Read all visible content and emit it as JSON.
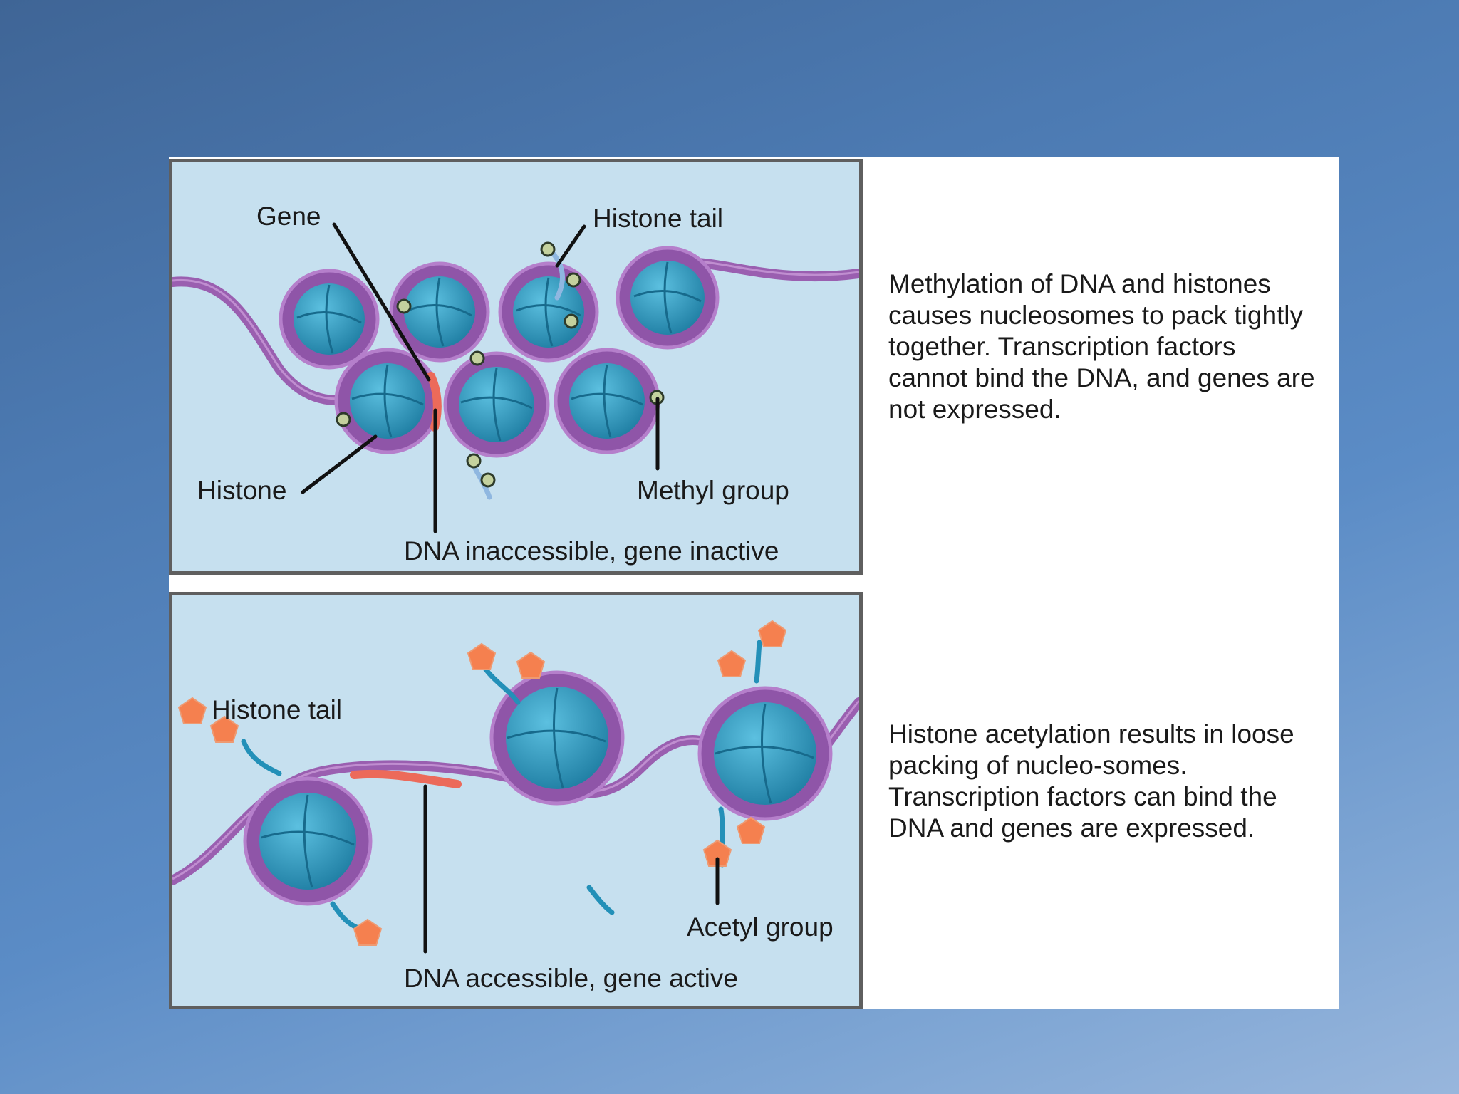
{
  "colors": {
    "background_top": "#3f6596",
    "background_bottom": "#98b6dc",
    "panel_fill": "#c6e0ef",
    "panel_border": "#5f5f5f",
    "dna": "#9a5fb0",
    "histone": "#2a97bd",
    "gene_highlight": "#ec6a5a",
    "methyl_group": "#c4d19e",
    "acetyl_group": "#f5804f"
  },
  "top_panel": {
    "labels": {
      "gene": "Gene",
      "histone_tail": "Histone tail",
      "histone": "Histone",
      "methyl_group": "Methyl group",
      "state": "DNA inaccessible, gene inactive"
    },
    "caption": "Methylation of DNA and histones causes nucleosomes to pack tightly together. Transcription factors cannot bind the DNA, and genes are not expressed."
  },
  "bottom_panel": {
    "labels": {
      "histone_tail": "Histone tail",
      "acetyl_group": "Acetyl group",
      "state": "DNA accessible, gene active"
    },
    "caption": "Histone acetylation results in loose packing of nucleo-somes. Transcription factors can bind the DNA and genes are expressed."
  }
}
